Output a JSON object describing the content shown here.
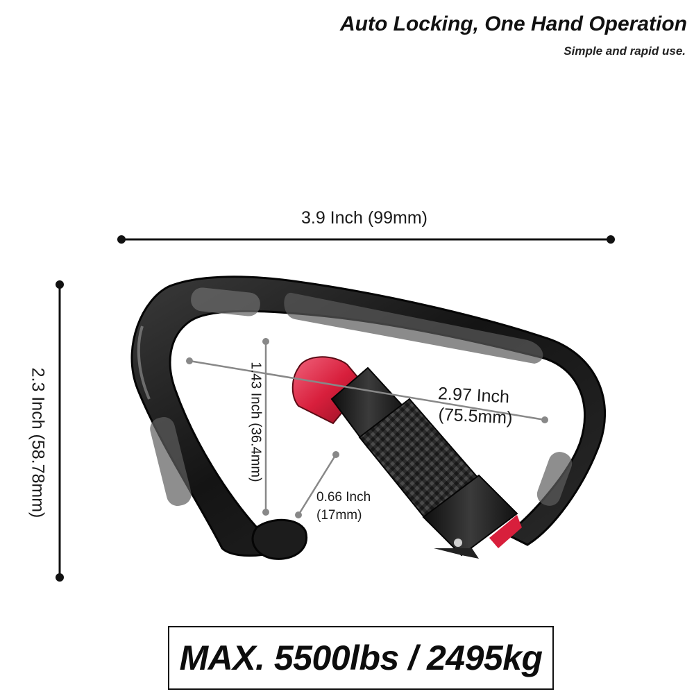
{
  "header": {
    "title": "Auto Locking, One Hand Operation",
    "subtitle": "Simple and rapid use."
  },
  "dimensions": {
    "overall_width": "3.9 Inch (99mm)",
    "overall_height": "2.3 Inch (58.78mm)",
    "diagonal_line1": "2.97 Inch",
    "diagonal_line2": "(75.5mm)",
    "inner_height": "1.43 Inch (36.4mm)",
    "gate_opening_line1": "0.66 Inch",
    "gate_opening_line2": "(17mm)"
  },
  "footer": {
    "max_load": "MAX. 5500lbs / 2495kg"
  },
  "colors": {
    "body": "#1a1a1a",
    "accent": "#d81f3c",
    "measure_line": "#888888",
    "dimension_line": "#111111"
  }
}
